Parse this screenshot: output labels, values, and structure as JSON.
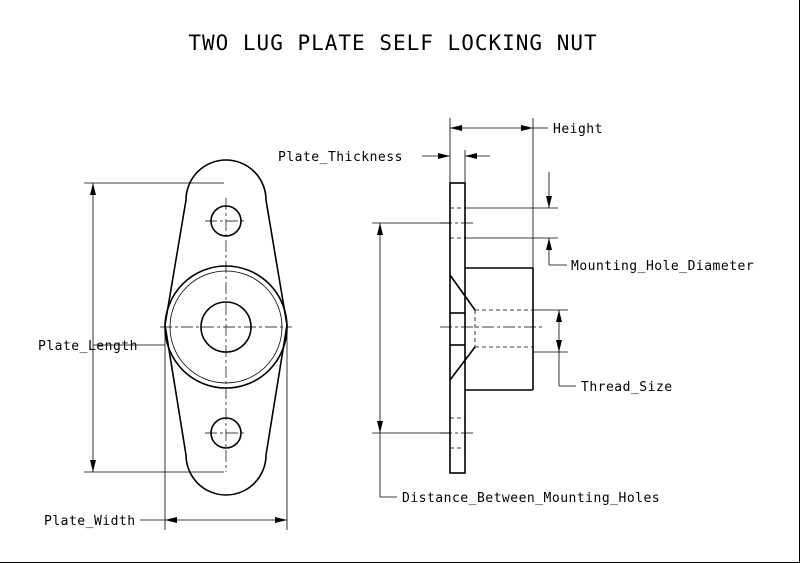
{
  "title": "TWO LUG PLATE SELF LOCKING NUT",
  "labels": {
    "height": "Height",
    "plate_thickness": "Plate_Thickness",
    "mounting_hole_diameter": "Mounting_Hole_Diameter",
    "plate_length": "Plate_Length",
    "thread_size": "Thread_Size",
    "distance_between_mounting_holes": "Distance_Between_Mounting_Holes",
    "plate_width": "Plate_Width"
  }
}
